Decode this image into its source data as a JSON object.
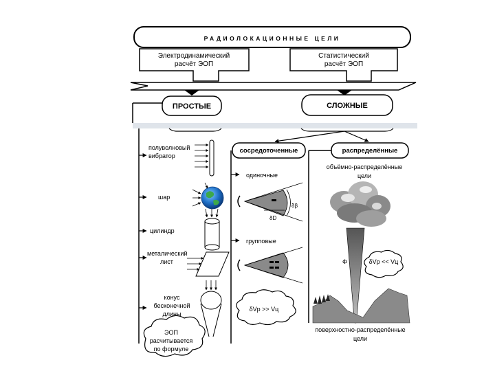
{
  "title": "РАДИОЛОКАЦИОННЫЕ ЦЕЛИ",
  "method_left": "Электродинамический расчёт ЭОП",
  "method_right": "Статистический расчёт ЭОП",
  "simple": "ПРОСТЫЕ",
  "complex": "СЛОЖНЫЕ",
  "simple_items": [
    "полуволновый вибратор",
    "шар",
    "цилиндр",
    "металический лист",
    "конус бесконечной длины"
  ],
  "cloud_left": "ЭОП расчитывается по формуле",
  "concentrated": "сосредоточенные",
  "distributed": "распределённые",
  "single": "одиночные",
  "group": "групповые",
  "angle_beta": "δβ",
  "angle_d": "δD",
  "cloud_mid": "δVр >> Vц",
  "volume": "объёмно-распределённые цели",
  "phi": "Φ",
  "relation": "δVр << Vц",
  "surface": "поверхностно-распределённые цели",
  "colors": {
    "stroke": "#000000",
    "grey": "#8a8a8a",
    "band": "#dfe4ea"
  }
}
